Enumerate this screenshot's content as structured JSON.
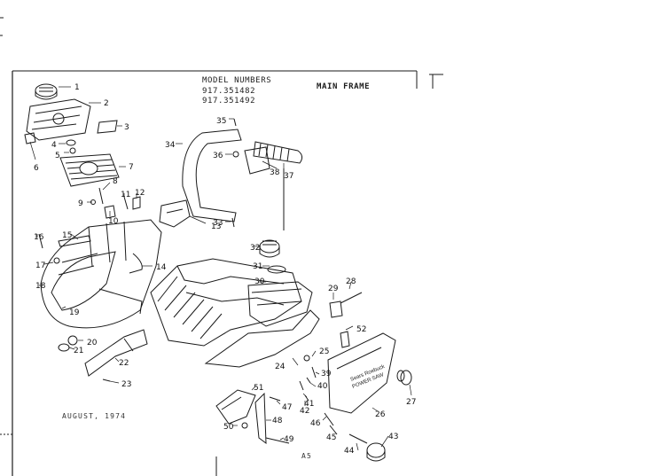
{
  "header": {
    "model_label": "MODEL NUMBERS",
    "model_1": "917.351482",
    "model_2": "917.351492",
    "title": "MAIN FRAME"
  },
  "footer": {
    "date": "AUGUST, 1974",
    "page": "A5"
  },
  "cover_brand": {
    "line1": "Sears Roebuck",
    "line2": "POWER SAW"
  },
  "callouts": [
    "1",
    "2",
    "3",
    "4",
    "5",
    "6",
    "7",
    "8",
    "9",
    "10",
    "11",
    "12",
    "13",
    "14",
    "15",
    "16",
    "17",
    "18",
    "19",
    "20",
    "21",
    "22",
    "23",
    "24",
    "25",
    "26",
    "27",
    "28",
    "29",
    "30",
    "31",
    "32",
    "33",
    "34",
    "35",
    "36",
    "37",
    "38",
    "39",
    "40",
    "41",
    "42",
    "43",
    "44",
    "45",
    "46",
    "47",
    "48",
    "49",
    "50",
    "51",
    "52"
  ],
  "colors": {
    "ink": "#1a1a1a",
    "paper": "#ffffff"
  }
}
